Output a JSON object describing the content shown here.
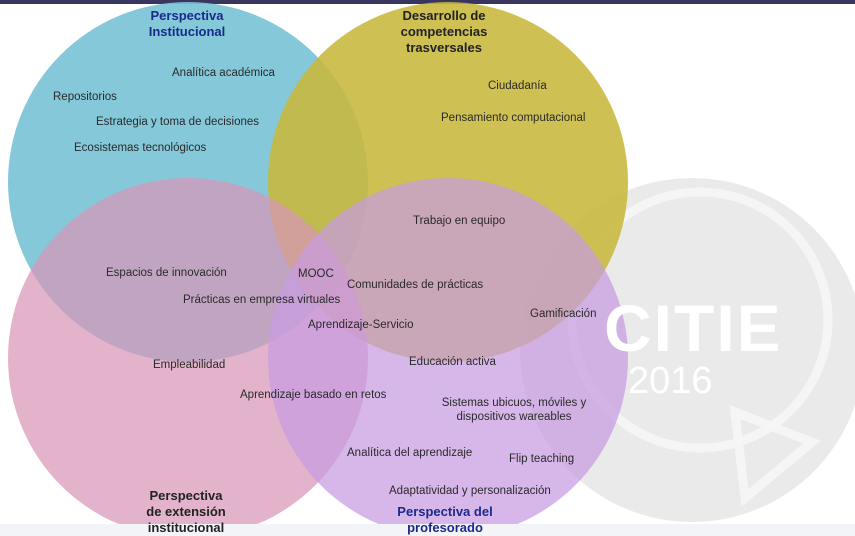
{
  "titles": {
    "institucional": [
      "Perspectiva",
      "Institucional"
    ],
    "competencias": [
      "Desarrollo de",
      "competencias",
      "trasversales"
    ],
    "extension": [
      "Perspectiva",
      "de extensión",
      "institucional"
    ],
    "profesorado": [
      "Perspectiva del",
      "profesorado"
    ]
  },
  "items": {
    "analitica_academica": "Analítica académica",
    "repositorios": "Repositorios",
    "estrategia": "Estrategia y toma de decisiones",
    "ecosistemas": "Ecosistemas tecnológicos",
    "ciudadania": "Ciudadanía",
    "pensamiento": "Pensamiento computacional",
    "trabajo_equipo": "Trabajo en equipo",
    "espacios": "Espacios de innovación",
    "mooc": "MOOC",
    "comunidades": "Comunidades de prácticas",
    "practicas_empresa": "Prácticas en empresa virtuales",
    "aprendizaje_servicio": "Aprendizaje-Servicio",
    "gamificacion": "Gamificación",
    "empleabilidad": "Empleabilidad",
    "educacion_activa": "Educación activa",
    "aprendizaje_retos": "Aprendizaje basado en retos",
    "sistemas_ubicuos": [
      "Sistemas ubicuos, móviles y",
      "dispositivos wareables"
    ],
    "analitica_aprendizaje": "Analítica del aprendizaje",
    "flip_teaching": "Flip teaching",
    "adaptatividad": "Adaptatividad  y personalización"
  },
  "logo": {
    "name": "CITIE",
    "year": "2016"
  },
  "colors": {
    "blue": "#79c3d7",
    "yellow": "#c8b73b",
    "pink": "#d896b7",
    "purple": "#c79be0",
    "logo_bg": "#e6e6e6"
  }
}
